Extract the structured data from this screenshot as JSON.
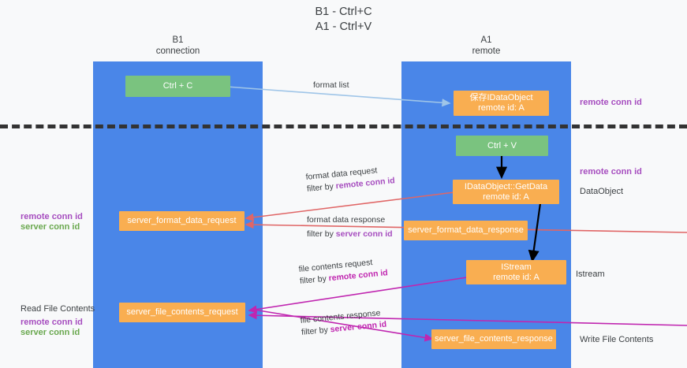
{
  "diagram": {
    "title_line1": "B1 - Ctrl+C",
    "title_line2": "A1 - Ctrl+V",
    "colors": {
      "lane": "#4a86e8",
      "green_box": "#7ac37f",
      "orange_box": "#f9ae51",
      "remote_conn_id": "#a64dbf",
      "server_conn_id": "#6aa84f",
      "divider": "#333333",
      "arrow_format_list": "#9fc5e8",
      "arrow_format_data": "#e06666",
      "arrow_file_contents": "#c026b0",
      "arrow_black": "#000000"
    },
    "columns": [
      {
        "name": "B1",
        "sub": "connection"
      },
      {
        "name": "A1",
        "sub": "remote"
      }
    ],
    "boxes": {
      "ctrl_c": "Ctrl + C",
      "save_idataobject_line1": "保存IDataObject",
      "save_idataobject_line2": "remote id: A",
      "ctrl_v": "Ctrl + V",
      "getdata_line1": "IDataObject::GetData",
      "getdata_line2": "remote id: A",
      "server_format_data_request": "server_format_data_request",
      "server_format_data_response": "server_format_data_response",
      "istream_line1": "IStream",
      "istream_line2": "remote id: A",
      "server_file_contents_request": "server_file_contents_request",
      "server_file_contents_response": "server_file_contents_response"
    },
    "edge_labels": {
      "format_list": "format list",
      "format_data_request": "format data request",
      "format_data_request_filter_prefix": "filter by ",
      "format_data_request_filter_key": "remote conn id",
      "format_data_response": "format data response",
      "format_data_response_filter_prefix": "filter by ",
      "format_data_response_filter_key": "server conn id",
      "file_contents_request": "file contents request",
      "file_contents_request_filter_prefix": "filter by ",
      "file_contents_request_filter_key": "remote conn id",
      "file_contents_response": "file contents response",
      "file_contents_response_filter_prefix": "filter by ",
      "file_contents_response_filter_key": "server conn id"
    },
    "annotations": {
      "right_remote_conn_id_top": "remote conn id",
      "right_remote_conn_id_mid": "remote conn id",
      "right_dataobject": "DataObject",
      "right_istream": "Istream",
      "right_write_file_contents": "Write File Contents",
      "left_remote_conn_id_mid": "remote conn id",
      "left_server_conn_id_mid": "server conn id",
      "left_read_file_contents": "Read File Contents",
      "left_remote_conn_id_bottom": "remote conn id",
      "left_server_conn_id_bottom": "server conn id"
    }
  }
}
